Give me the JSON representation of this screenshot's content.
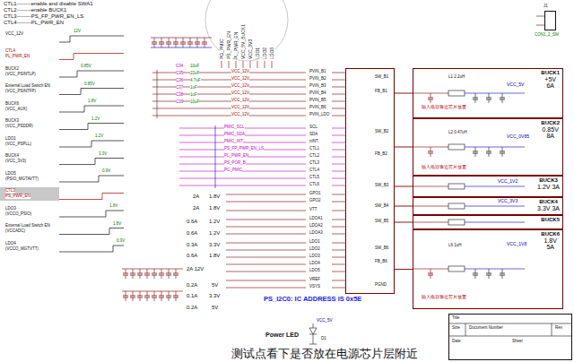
{
  "diagram": {
    "nodes": [
      {
        "text": [
          "PS_I2C0: IC ADDRESS IS 0x5E"
        ]
      },
      {
        "text": [
          "BUCK1",
          "+5V 6A"
        ]
      },
      {
        "text": [
          "BUCK2",
          "0.85V 8A"
        ]
      },
      {
        "text": [
          "BUCK3",
          "1.2V 3A"
        ]
      },
      {
        "text": [
          "BUCK4",
          "3.3V 3A"
        ]
      },
      {
        "text": [
          "BUCK5"
        ]
      },
      {
        "text": [
          "BUCK6",
          "1.8V 5A"
        ]
      },
      {
        "text": [
          "Title",
          "Size",
          "Document Number",
          "Rev",
          "Date:",
          "Sheet"
        ]
      },
      {
        "text": [
          "CON1_2_SM"
        ]
      }
    ],
    "edges": [
      {
        "from": 0,
        "to": 1,
        "arrow": "none"
      },
      {
        "from": 0,
        "to": 2,
        "arrow": "none"
      },
      {
        "from": 0,
        "to": 3,
        "arrow": "none"
      },
      {
        "from": 0,
        "to": 4,
        "arrow": "none"
      },
      {
        "from": 0,
        "to": 5,
        "arrow": "none"
      },
      {
        "from": 0,
        "to": 6,
        "arrow": "none"
      }
    ],
    "labels": [
      "CTL1--------enable and disable SWA1",
      "CTL2--------enable BUCK1",
      "CTL3--------PS_FP_PWR_EN_LS",
      "CTL4--------PL_PWR_EN",
      "VCC_12V",
      "12V",
      "CTL4",
      "PL_PWR_EN",
      "BUCK2",
      "(VCC_PSINTLP)",
      "0.85V",
      "External Load Switch EN",
      "(VCC_PSINTFP)",
      "0.85V",
      "BUCK6",
      "(VCC_AUX)",
      "1.8V",
      "BUCK3",
      "(VCC_PSDDR)",
      "1.2V",
      "LDO1",
      "(VCC_PSPLL)",
      "1.2V",
      "BUCK4",
      "(VCC_3V3)",
      "3.3V",
      "LDO5",
      "(PSIO_MGTAVTT)",
      "0.9V",
      "CTL3",
      "PS_PWR_EN",
      "LDO3",
      "(VCCO_PSIO)",
      "1.8V",
      "External Load Switch EN",
      "(VCCADC)",
      "1.8V",
      "LDO4",
      "(VCCO_MGTVTT)",
      "0.9V",
      "PG_PMIC",
      "PS_PWR_EN",
      "PL_PWR_EN",
      "VCC_5V_BUCK1",
      "VCC_3V3",
      "LDO1",
      "LDO2",
      "LDO3",
      "C34",
      "10uF",
      "C35",
      "22uF",
      "C36",
      "4.7uF",
      "C37",
      "1uF",
      "C38",
      "1uF",
      "C39",
      "10uF",
      "VCC_12V",
      "VCC_12V",
      "VCC_12V",
      "VCC_12V",
      "VCC_12V",
      "VCC_12V",
      "VCC_12V",
      "PMIC_SCL",
      "PMIC_SDA",
      "PMIC_INT",
      "PS_FP_PWR_EN_LS",
      "PL_PWR_EN",
      "PS_POR_B",
      "PG_PMIC",
      "PVIN_B1",
      "PVIN_B2",
      "PVIN_B3",
      "PVIN_B4",
      "PVIN_B5",
      "PVIN_B6",
      "PVIN_LDO",
      "SCL",
      "SDA",
      "nINT",
      "CTL1",
      "CTL2",
      "CTL3",
      "CTL4",
      "CTL5",
      "CTL6",
      "GPO1",
      "GPO2",
      "VTT",
      "LDOA1",
      "LDOA2",
      "LDOA3",
      "LDO1",
      "LDO2",
      "LDO3",
      "LDO4",
      "LDO5",
      "VREF",
      "VSYS",
      "SW_B1",
      "FB_B1",
      "SW_B2",
      "FB_B2",
      "SW_B3",
      "SW_B4",
      "SW_B5",
      "SW_B6",
      "FB_B6",
      "PGND",
      "2A",
      "1.8V",
      "2A",
      "1.8V",
      "0.6A",
      "1.2V",
      "0.6A",
      "1.2V",
      "0.3A",
      "3.3V",
      "0.6A",
      "1.8V",
      "2A 12V",
      "0.2A",
      "5V",
      "0.1A",
      "3.3V",
      "0.2A",
      "5V",
      "VCC_5V",
      "L1 2.2uH",
      "输入电容靠近芯片放置",
      "VCC_0V85",
      "L2 0.47uH",
      "输入电容靠近芯片放置",
      "VCC_1V2",
      "VCC_3V3",
      "VCC_1V8",
      "L6 1uH",
      "输入电容靠近芯片放置",
      "Power LED",
      "VCC_5V",
      "D1",
      "测试点看下是否放在电源芯片层附近",
      "J1"
    ]
  }
}
